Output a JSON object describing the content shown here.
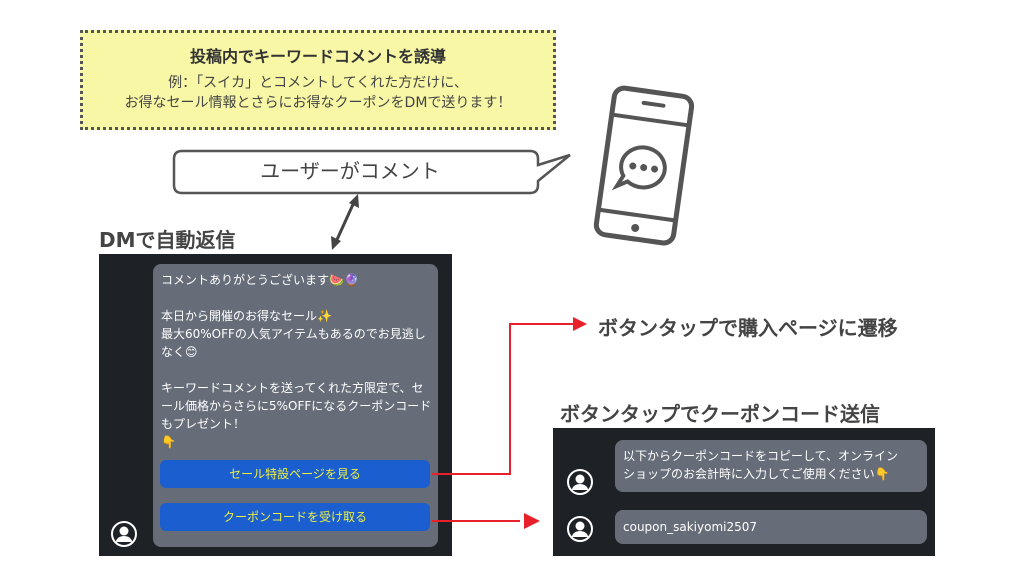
{
  "note": {
    "title": "投稿内でキーワードコメントを誘導",
    "line1": "例：「スイカ」とコメントしてくれた方だけに、",
    "line2": "お得なセール情報とさらにお得なクーポンをDMで送ります！"
  },
  "bubble": {
    "text": "ユーザーがコメント"
  },
  "dm_label": "DMで自動返信",
  "dm_message": "コメントありがとうございます🍉🔮\n\n本日から開催のお得なセール✨\n最大60%OFFの人気アイテムもあるのでお見逃し\nなく😊\n\nキーワードコメントを送ってくれた方限定で、セ\nール価格からさらに5%OFFになるクーポンコード\nもプレゼント！\n👇",
  "buttons": {
    "sale": "セール特設ページを見る",
    "coupon": "クーポンコードを受け取る"
  },
  "annotation_top": "ボタンタップで購入ページに遷移",
  "annotation_bottom": "ボタンタップでクーポンコード送信",
  "reply": {
    "message": "以下からクーポンコードをコピーして、オンライン\nショップのお会計時に入力してご使用ください👇",
    "code": "coupon_sakiyomi2507"
  },
  "colors": {
    "note_bg": "#f7f7a6",
    "panel_bg": "#1e2126",
    "bubble_bg": "#666d78",
    "button_bg": "#1a5ecf",
    "button_text": "#f0f040",
    "arrow": "#e8202a"
  }
}
